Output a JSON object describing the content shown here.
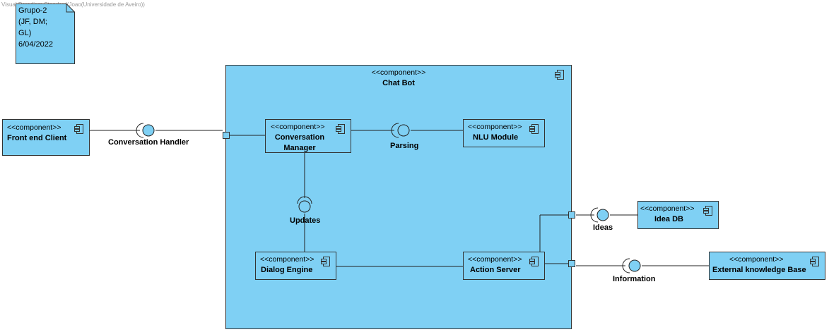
{
  "watermark": "Visual Paradigm Standard(Joao(Universidade de Aveiro))",
  "note": {
    "text": "Grupo-2\n(JF, DM;\nGL)\n6/04/2022"
  },
  "stereotype": "<<component>>",
  "components": {
    "chat_bot": "Chat Bot",
    "front_end_client": "Front end Client",
    "conversation_manager": "Conversation\nManager",
    "nlu_module": "NLU Module",
    "dialog_engine": "Dialog Engine",
    "action_server": "Action Server",
    "idea_db": "Idea DB",
    "external_kb": "External knowledge Base"
  },
  "interfaces": {
    "conversation_handler": "Conversation Handler",
    "parsing": "Parsing",
    "updates": "Updates",
    "ideas": "Ideas",
    "information": "Information"
  },
  "colors": {
    "component_fill": "#7FD0F4",
    "border": "#333333"
  }
}
